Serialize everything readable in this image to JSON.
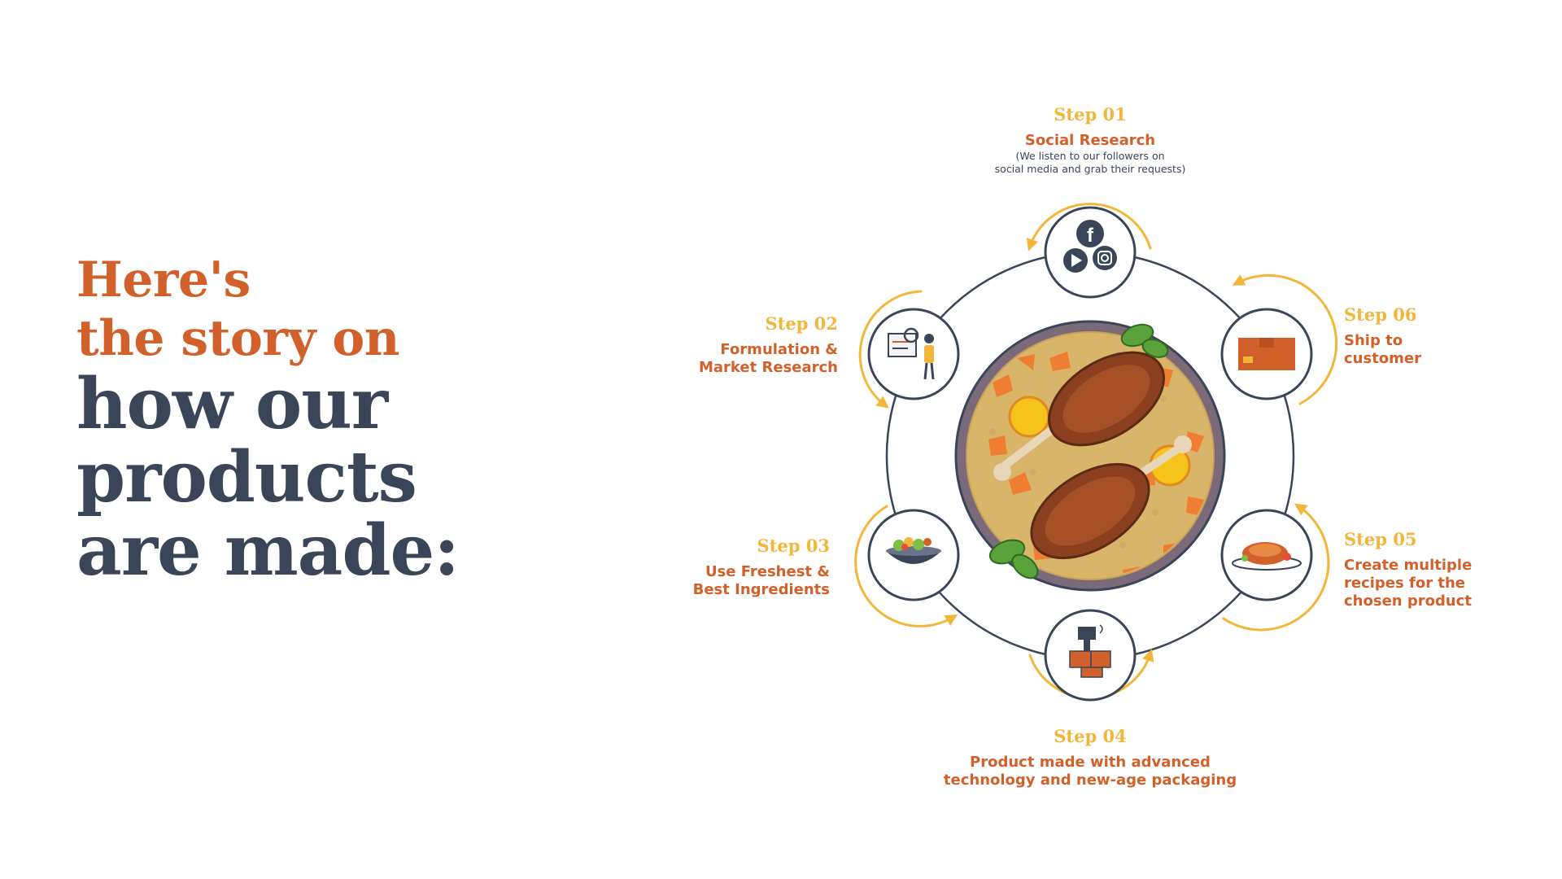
{
  "headline": {
    "line1": "Here's",
    "line2": "the story on",
    "line3": "how our",
    "line4": "products",
    "line5": "are made:"
  },
  "steps": [
    {
      "num": "Step 01",
      "title": "Social Research",
      "note": "(We listen to our followers on\nsocial media and grab their requests)",
      "icon": "social-media-icons"
    },
    {
      "num": "Step 02",
      "title": "Formulation &\nMarket Research",
      "icon": "research-presentation-icon"
    },
    {
      "num": "Step 03",
      "title": "Use Freshest &\nBest Ingredients",
      "icon": "salad-bowl-icon"
    },
    {
      "num": "Step 04",
      "title": "Product made with advanced\ntechnology and new-age packaging",
      "icon": "packaging-machine-icon"
    },
    {
      "num": "Step 05",
      "title": "Create multiple\nrecipes for the\nchosen product",
      "icon": "roast-chicken-icon"
    },
    {
      "num": "Step 06",
      "title": "Ship to\ncustomer",
      "icon": "shipping-box-icon"
    }
  ],
  "center_icon": "chicken-biryani-bowl",
  "colors": {
    "orange": "#d2602a",
    "yellow": "#f2b63b",
    "navy": "#3b4558",
    "white": "#ffffff"
  }
}
